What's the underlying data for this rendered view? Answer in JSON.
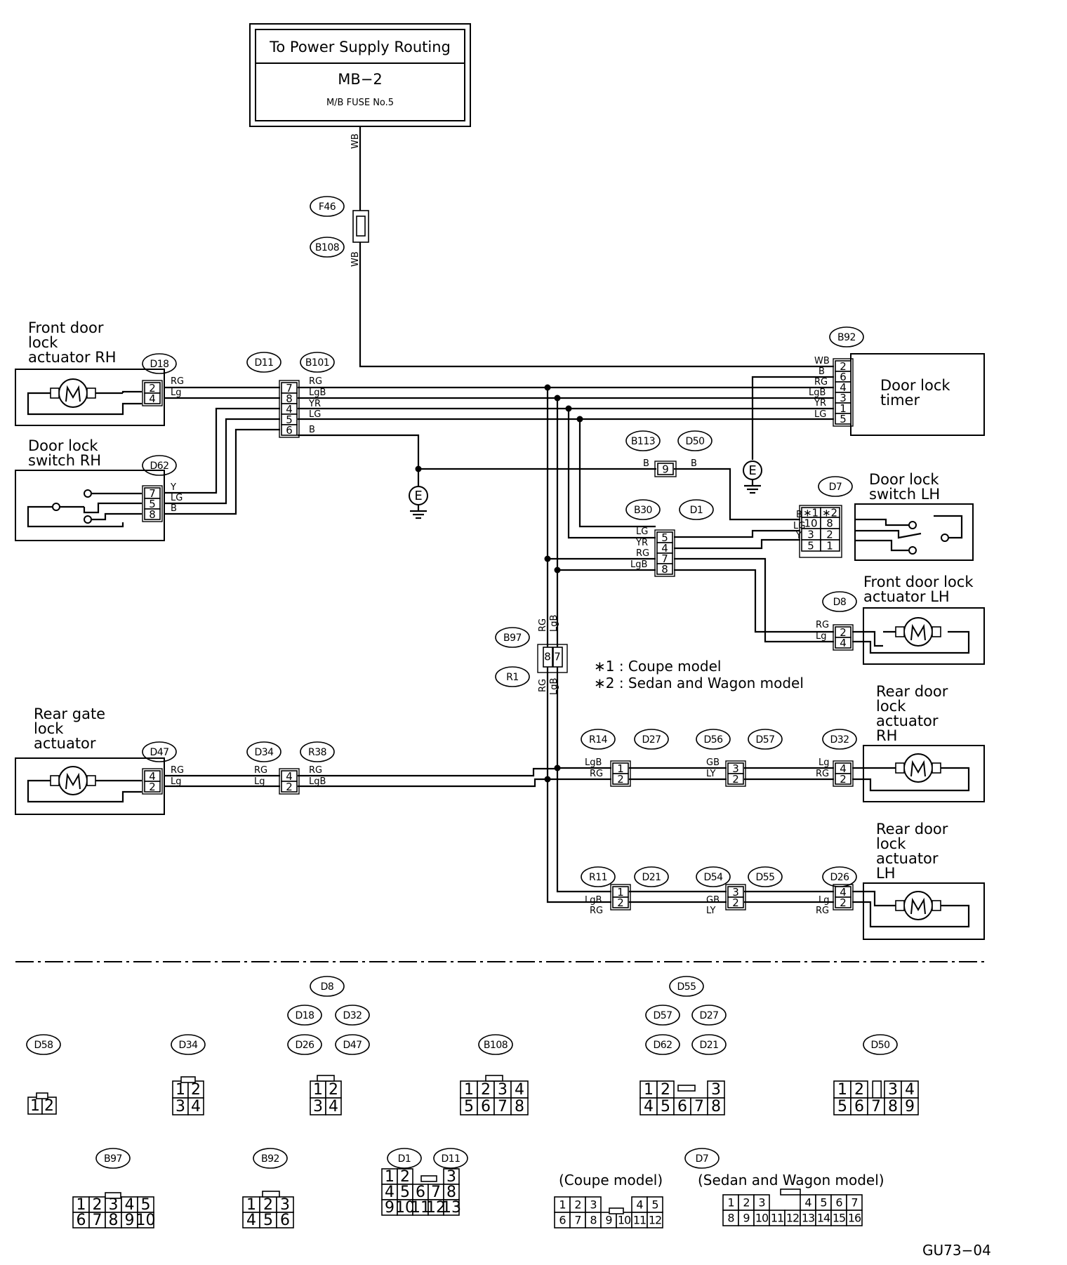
{
  "power_box": {
    "title": "To Power Supply Routing",
    "line1": "MB−2",
    "line2": "M/B FUSE No.5"
  },
  "wire_colors": {
    "WB": "WB",
    "RG": "RG",
    "Lg": "Lg",
    "LgB": "LgB",
    "YR": "YR",
    "LG": "LG",
    "B": "B",
    "Y": "Y",
    "GB": "GB",
    "LY": "LY"
  },
  "components": {
    "fdl_rh": "Front door\nlock\nactuator RH",
    "dls_rh": "Door lock\nswitch RH",
    "timer": "Door lock\ntimer",
    "dls_lh": "Door lock\nswitch LH",
    "fdl_lh": "Front door lock\nactuator LH",
    "rga": "Rear gate\nlock\nactuator",
    "rdl_rh": "Rear door\nlock\nactuator\nRH",
    "rdl_lh": "Rear door\nlock\nactuator\nLH"
  },
  "ground": "E",
  "connectors": {
    "F46": "F46",
    "B108": "B108",
    "B92": "B92",
    "D18": "D18",
    "D11": "D11",
    "B101": "B101",
    "D62": "D62",
    "B113": "B113",
    "D50": "D50",
    "D7": "D7",
    "B30": "B30",
    "D1": "D1",
    "D8": "D8",
    "B97": "B97",
    "R1": "R1",
    "D47": "D47",
    "D34": "D34",
    "R38": "R38",
    "R14": "R14",
    "D27": "D27",
    "D56": "D56",
    "D57": "D57",
    "D32": "D32",
    "R11": "R11",
    "D21": "D21",
    "D54": "D54",
    "D55": "D55",
    "D26": "D26",
    "D58": "D58"
  },
  "notes": {
    "n1": "∗1 : Coupe model",
    "n2": "∗2 : Sedan and Wagon model"
  },
  "d7_variants": {
    "coupe": "(Coupe model)",
    "sedan": "(Sedan and Wagon model)"
  },
  "star1": "∗1",
  "star2": "∗2",
  "figure_code": "GU73−04",
  "pins": {
    "d18": [
      "2",
      "4"
    ],
    "d11": [
      "7",
      "8",
      "4",
      "5",
      "6"
    ],
    "d62": [
      "7",
      "5",
      "8"
    ],
    "b92": [
      "2",
      "6",
      "4",
      "3",
      "1",
      "5"
    ],
    "b113": [
      "9"
    ],
    "d7": [
      "10",
      "8",
      "3",
      "2",
      "5",
      "1"
    ],
    "b30": [
      "5",
      "4",
      "7",
      "8"
    ],
    "d8": [
      "2",
      "4"
    ],
    "b97": [
      "8",
      "7"
    ],
    "d47": [
      "4",
      "2"
    ],
    "d34": [
      "4",
      "2"
    ],
    "r14": [
      "1",
      "2"
    ],
    "d56": [
      "3",
      "2"
    ],
    "d32": [
      "4",
      "2"
    ],
    "r11": [
      "1",
      "2"
    ],
    "d54": [
      "3",
      "2"
    ],
    "d26": [
      "4",
      "2"
    ]
  },
  "faces": {
    "f2": [
      "1",
      "2"
    ],
    "f4": [
      "1",
      "2",
      "3",
      "4"
    ],
    "f8": [
      "1",
      "2",
      "3",
      "4",
      "5",
      "6",
      "7",
      "8"
    ],
    "f8b": [
      "1",
      "2",
      "3",
      "4",
      "5",
      "6",
      "7",
      "8"
    ],
    "f9": [
      "1",
      "2",
      "3",
      "4",
      "5",
      "6",
      "7",
      "8",
      "9"
    ],
    "f10": [
      "1",
      "2",
      "3",
      "4",
      "5",
      "6",
      "7",
      "8",
      "9",
      "10"
    ],
    "f6": [
      "1",
      "2",
      "3",
      "4",
      "5",
      "6"
    ],
    "f13": [
      "1",
      "2",
      "3",
      "4",
      "5",
      "6",
      "7",
      "8",
      "9",
      "10",
      "11",
      "12",
      "13"
    ],
    "f12": [
      "1",
      "2",
      "3",
      "4",
      "5",
      "6",
      "7",
      "8",
      "9",
      "10",
      "11",
      "12"
    ],
    "f16": [
      "1",
      "2",
      "3",
      "4",
      "5",
      "6",
      "7",
      "8",
      "9",
      "10",
      "11",
      "12",
      "13",
      "14",
      "15",
      "16"
    ]
  }
}
